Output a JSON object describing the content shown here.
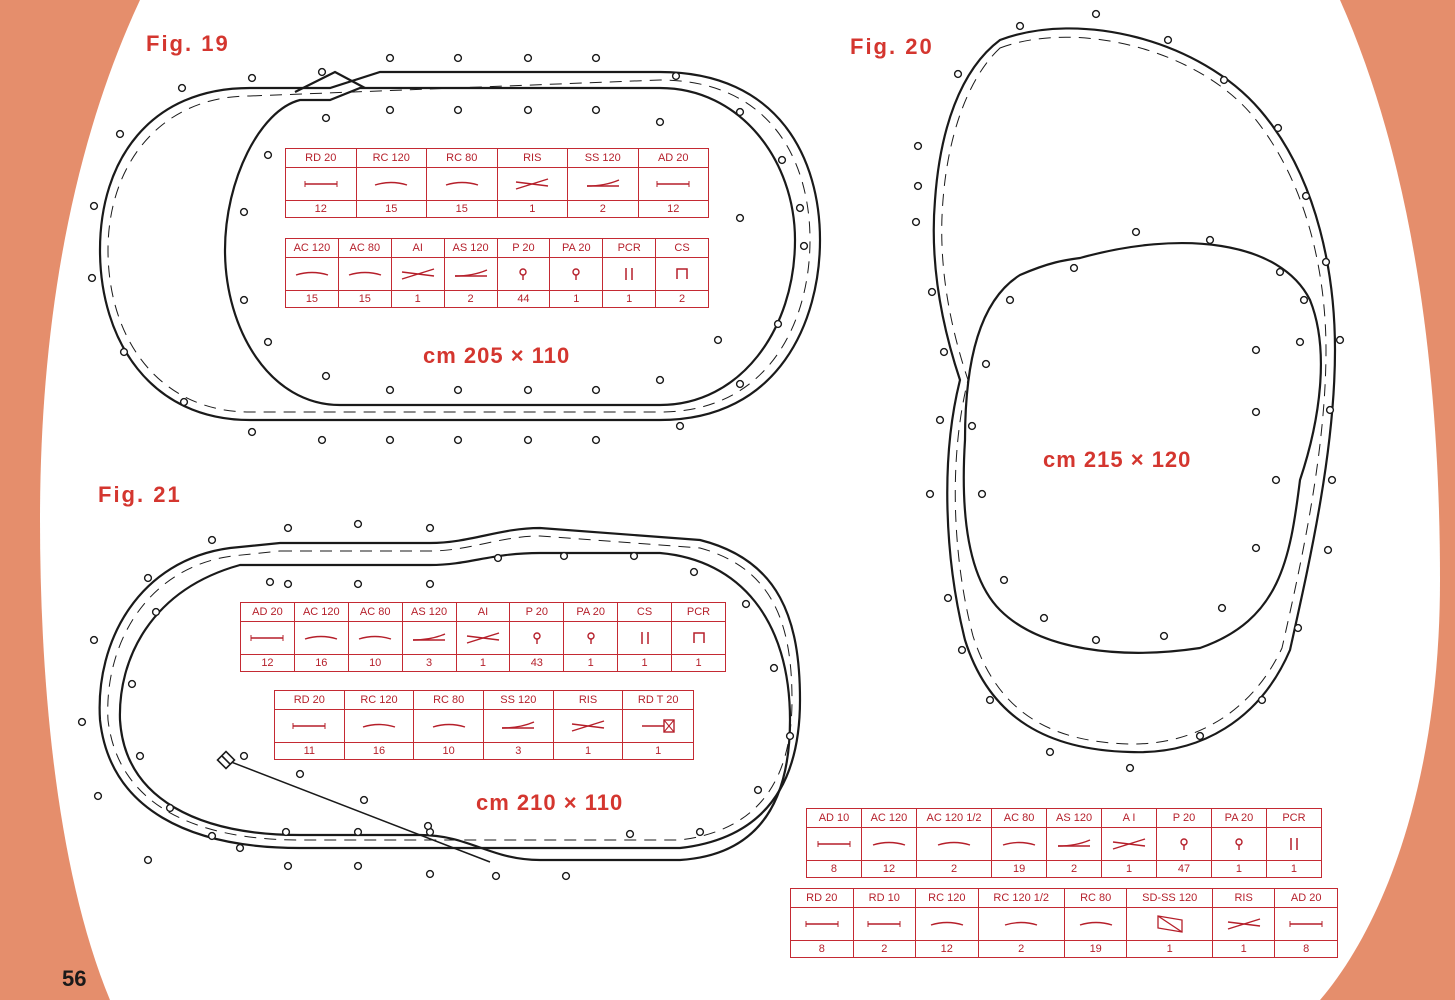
{
  "page_number": "56",
  "fig19": {
    "label": "Fig. 19",
    "dimensions": "cm 205 × 110",
    "table1": {
      "headers": [
        "RD 20",
        "RC 120",
        "RC 80",
        "RIS",
        "SS 120",
        "AD 20"
      ],
      "symbols": [
        "straight-line-icon",
        "curve-line-icon",
        "curve-line-icon",
        "crossing-icon",
        "switch-icon",
        "straight-line-icon"
      ],
      "quantities": [
        "12",
        "15",
        "15",
        "1",
        "2",
        "12"
      ]
    },
    "table2": {
      "headers": [
        "AC 120",
        "AC 80",
        "AI",
        "AS 120",
        "P 20",
        "PA 20",
        "PCR",
        "CS"
      ],
      "symbols": [
        "curve-line-icon",
        "curve-line-icon",
        "crossing-icon",
        "switch-icon",
        "post-icon",
        "post-icon",
        "double-bar-icon",
        "bracket-icon"
      ],
      "quantities": [
        "15",
        "15",
        "1",
        "2",
        "44",
        "1",
        "1",
        "2"
      ]
    }
  },
  "fig20": {
    "label": "Fig. 20",
    "dimensions": "cm 215 × 120",
    "table1": {
      "headers": [
        "AD 10",
        "AC 120",
        "AC 120 1/2",
        "AC 80",
        "AS 120",
        "A I",
        "P 20",
        "PA 20",
        "PCR"
      ],
      "symbols": [
        "straight-line-icon",
        "curve-line-icon",
        "curve-line-icon",
        "curve-line-icon",
        "switch-icon",
        "crossing-icon",
        "post-icon",
        "post-icon",
        "double-bar-icon"
      ],
      "quantities": [
        "8",
        "12",
        "2",
        "19",
        "2",
        "1",
        "47",
        "1",
        "1"
      ]
    },
    "table2": {
      "headers": [
        "RD 20",
        "RD 10",
        "RC 120",
        "RC 120 1/2",
        "RC 80",
        "SD-SS 120",
        "RIS",
        "AD 20"
      ],
      "symbols": [
        "straight-line-icon",
        "straight-line-icon",
        "curve-line-icon",
        "curve-line-icon",
        "curve-line-icon",
        "double-switch-icon",
        "crossing-icon",
        "straight-line-icon"
      ],
      "quantities": [
        "8",
        "2",
        "12",
        "2",
        "19",
        "1",
        "1",
        "8"
      ]
    }
  },
  "fig21": {
    "label": "Fig. 21",
    "dimensions": "cm 210 × 110",
    "table1": {
      "headers": [
        "AD 20",
        "AC 120",
        "AC 80",
        "AS 120",
        "AI",
        "P 20",
        "PA 20",
        "CS",
        "PCR"
      ],
      "symbols": [
        "straight-line-icon",
        "curve-line-icon",
        "curve-line-icon",
        "switch-icon",
        "crossing-icon",
        "post-icon",
        "post-icon",
        "double-bar-icon",
        "bracket-icon"
      ],
      "quantities": [
        "12",
        "16",
        "10",
        "3",
        "1",
        "43",
        "1",
        "1",
        "1"
      ]
    },
    "table2": {
      "headers": [
        "RD 20",
        "RC 120",
        "RC 80",
        "SS 120",
        "RIS",
        "RD T 20"
      ],
      "symbols": [
        "straight-line-icon",
        "curve-line-icon",
        "curve-line-icon",
        "switch-icon",
        "crossing-icon",
        "terminal-icon"
      ],
      "quantities": [
        "11",
        "16",
        "10",
        "3",
        "1",
        "1"
      ]
    }
  },
  "colors": {
    "background": "#e58e6c",
    "page": "#ffffff",
    "accent": "#d4362f",
    "track": "#1a1a1a"
  }
}
